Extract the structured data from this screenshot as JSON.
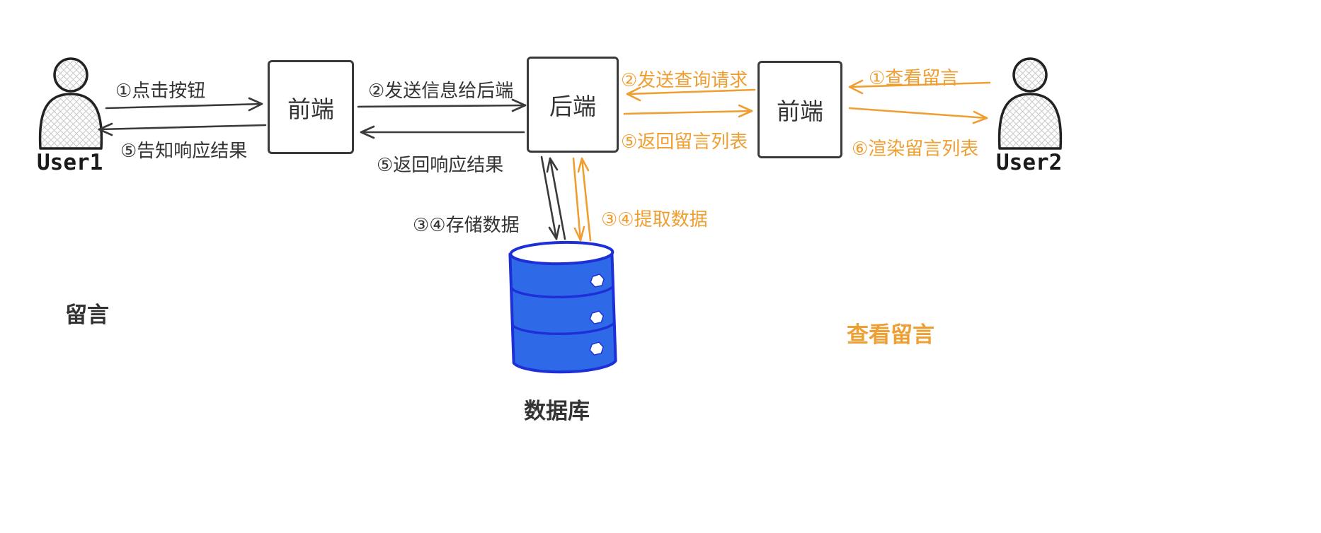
{
  "diagram": {
    "nodes": {
      "user1": "User1",
      "frontend_left": "前端",
      "backend": "后端",
      "frontend_right": "前端",
      "user2": "User2",
      "database": "数据库"
    },
    "black_flow": {
      "step1_click": "①点击按钮",
      "step2_send": "②发送信息给后端",
      "step34_store": "③④存储数据",
      "step5_return": "⑤返回响应结果",
      "step5_notify": "⑤告知响应结果",
      "section_label": "留言"
    },
    "orange_flow": {
      "step1_view": "①查看留言",
      "step2_query": "②发送查询请求",
      "step34_fetch": "③④提取数据",
      "step5_list": "⑤返回留言列表",
      "step6_render": "⑥渲染留言列表",
      "section_label": "查看留言"
    },
    "colors": {
      "ink": "#3a3a3a",
      "accent_orange": "#EF9F32",
      "database_fill": "#2E6AE8",
      "database_stroke": "#1D2FD6"
    }
  }
}
